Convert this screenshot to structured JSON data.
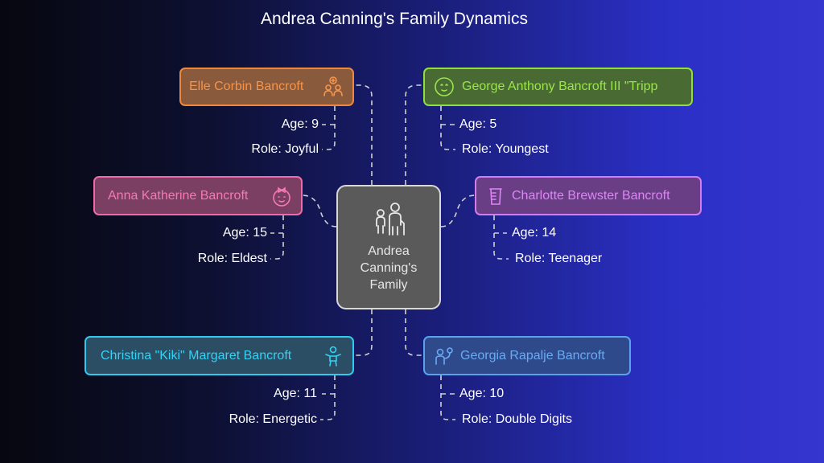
{
  "title": "Andrea Canning's Family Dynamics",
  "center": {
    "label": "Andrea\nCanning's\nFamily",
    "icon": "family-icon"
  },
  "children": [
    {
      "name": "Elle Corbin Bancroft",
      "icon": "people-connection-icon",
      "color": "#f0873a",
      "fill": "#8a5a3c",
      "age": "Age: 9",
      "role": "Role: Joyful"
    },
    {
      "name": "George Anthony Bancroft III \"Tripp",
      "icon": "baby-face-icon",
      "color": "#8fe03c",
      "fill": "#4a6a34",
      "age": "Age: 5",
      "role": "Role: Youngest"
    },
    {
      "name": "Anna Katherine Bancroft",
      "icon": "baby-girl-icon",
      "color": "#f06aa8",
      "fill": "#7a3f62",
      "age": "Age: 15",
      "role": "Role: Eldest"
    },
    {
      "name": "Charlotte Brewster Bancroft",
      "icon": "baby-bottle-icon",
      "color": "#d47cf0",
      "fill": "#6a3e84",
      "age": "Age: 14",
      "role": "Role: Teenager"
    },
    {
      "name": "Christina \"Kiki\" Margaret Bancroft",
      "icon": "child-icon",
      "color": "#2ecaf0",
      "fill": "#2c4e64",
      "age": "Age: 11",
      "role": "Role: Energetic"
    },
    {
      "name": "Georgia Rapalje Bancroft",
      "icon": "person-connection-icon",
      "color": "#5aa2f0",
      "fill": "#2f4a8a",
      "age": "Age: 10",
      "role": "Role: Double Digits"
    }
  ]
}
